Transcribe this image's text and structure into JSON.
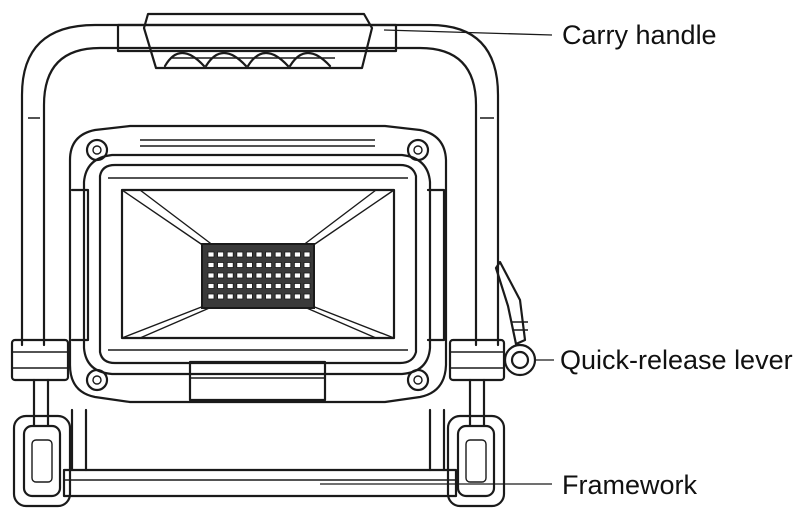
{
  "labels": {
    "carry_handle": "Carry handle",
    "quick_release_lever": "Quick-release lever",
    "framework": "Framework"
  },
  "colors": {
    "line": "#1a1a1a",
    "background": "#ffffff",
    "led_panel": "#3a3a3a"
  }
}
